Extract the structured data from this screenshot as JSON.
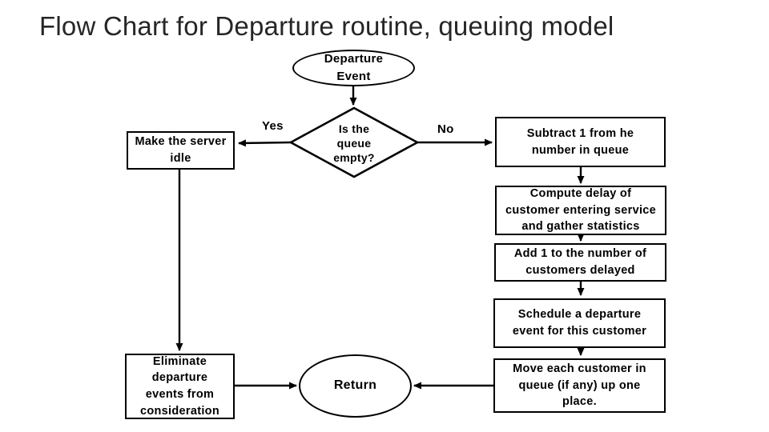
{
  "slide": {
    "title": "Flow Chart for Departure routine, queuing model",
    "background": "#ffffff"
  },
  "colors": {
    "stroke": "#000000",
    "shape_fill": "#ffffff",
    "text": "#000000",
    "title_text": "#262626"
  },
  "flowchart": {
    "nodes": [
      {
        "id": "departure-event",
        "type": "terminator-ellipse",
        "label": "Departure\nEvent"
      },
      {
        "id": "is-queue-empty",
        "type": "decision-diamond",
        "label": "Is the\nqueue\nempty?"
      },
      {
        "id": "make-server-idle",
        "type": "process-box",
        "label": "Make the server\nidle"
      },
      {
        "id": "subtract-one",
        "type": "process-box",
        "label": "Subtract 1 from he\nnumber in queue"
      },
      {
        "id": "compute-delay",
        "type": "process-box",
        "label": "Compute delay of\ncustomer entering service\nand gather statistics"
      },
      {
        "id": "add-one",
        "type": "process-box",
        "label": "Add 1 to the number of\ncustomers delayed"
      },
      {
        "id": "schedule-departure",
        "type": "process-box",
        "label": "Schedule a departure\nevent for this customer"
      },
      {
        "id": "move-customers",
        "type": "process-box",
        "label": "Move each customer in\nqueue (if any) up one\nplace."
      },
      {
        "id": "eliminate-events",
        "type": "process-box",
        "label": "Eliminate\ndeparture\nevents from\nconsideration"
      },
      {
        "id": "return",
        "type": "terminator-ellipse",
        "label": "Return"
      }
    ],
    "edge_labels": {
      "yes": "Yes",
      "no": "No"
    }
  }
}
